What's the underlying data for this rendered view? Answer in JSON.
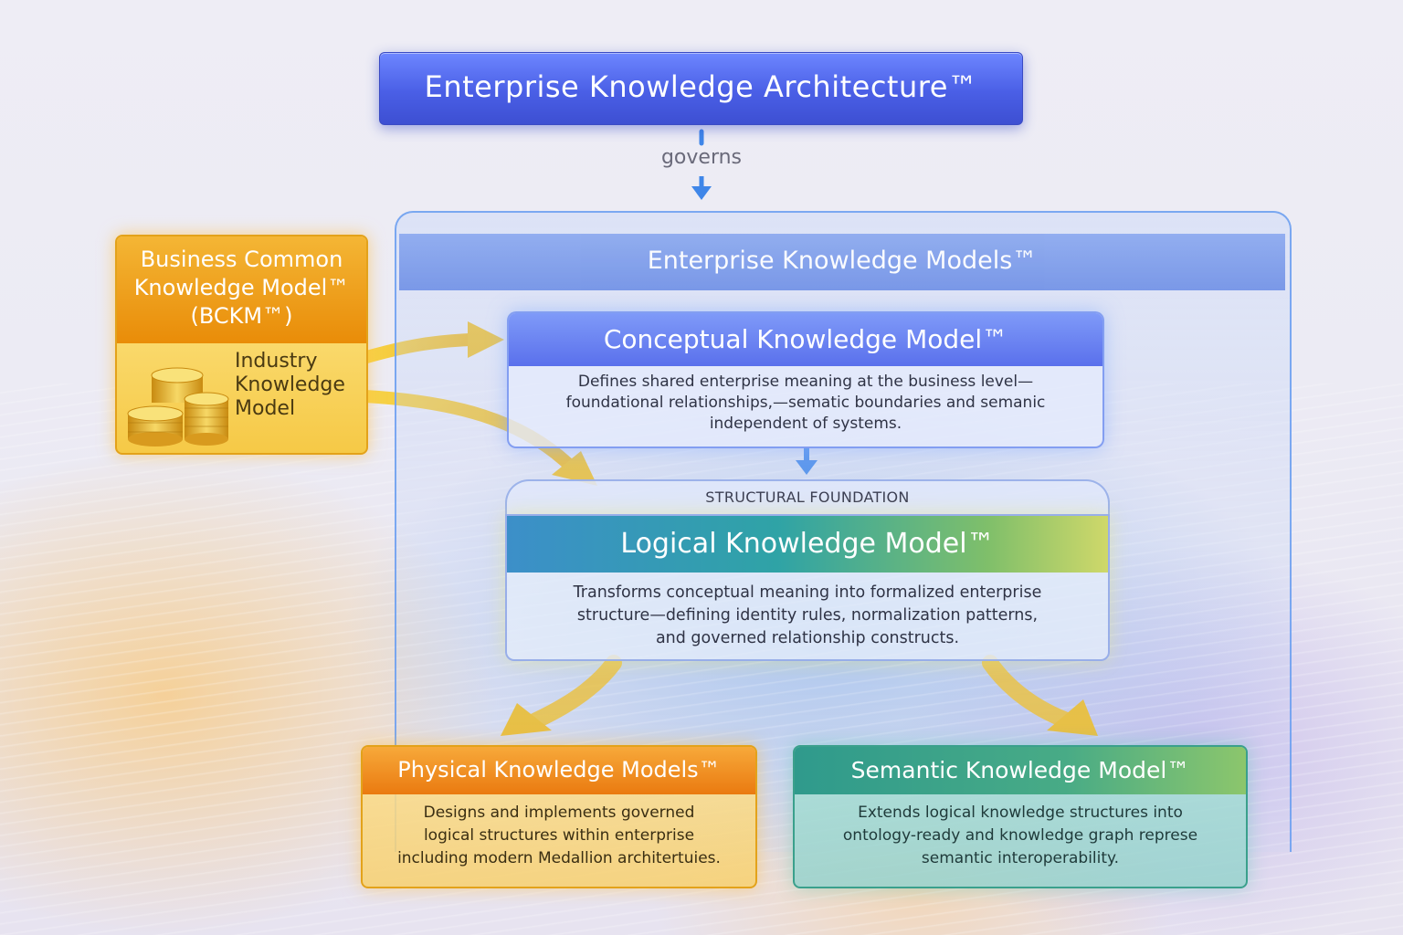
{
  "architecture": {
    "title": "Enterprise Knowledge Architecture™"
  },
  "governs_label": "governs",
  "models_container": {
    "title": "Enterprise Knowledge Models™"
  },
  "bckm": {
    "title_line1": "Business Common",
    "title_line2": "Knowledge Model™",
    "title_line3": "(BCKM™)",
    "sub_line1": "Industry",
    "sub_line2": "Knowledge",
    "sub_line3": "Model",
    "icon": "coin-stack-icon"
  },
  "conceptual": {
    "title": "Conceptual Knowledge Model™",
    "line1": "Defines shared enterprise meaning at the business level—",
    "line2": "foundational relationships,—sematic boundaries and semanic",
    "line3": "independent of systems."
  },
  "logical": {
    "caption": "STRUCTURAL FOUNDATION",
    "title": "Logical Knowledge Model™",
    "line1": "Transforms conceptual meaning into formalized enterprise",
    "line2": "structure—defining identity rules, normalization patterns,",
    "line3": "and governed relationship constructs."
  },
  "physical": {
    "title": "Physical Knowledge Models™",
    "line1": "Designs and implements governed",
    "line2": "logical structures within enterprise",
    "line3": "including modern Medallion architertuies."
  },
  "semantic": {
    "title": "Semantic Knowledge Model™",
    "line1": "Extends logical knowledge structures into",
    "line2": "ontology-ready and knowledge graph represe",
    "line3": "semantic interoperability."
  },
  "colors": {
    "architecture_blue": "#4a5fe6",
    "conceptual_blue": "#5a70ec",
    "bckm_orange": "#e98c08",
    "arrow_gold": "#f2c12e",
    "semantic_teal": "#2f9a8c"
  }
}
